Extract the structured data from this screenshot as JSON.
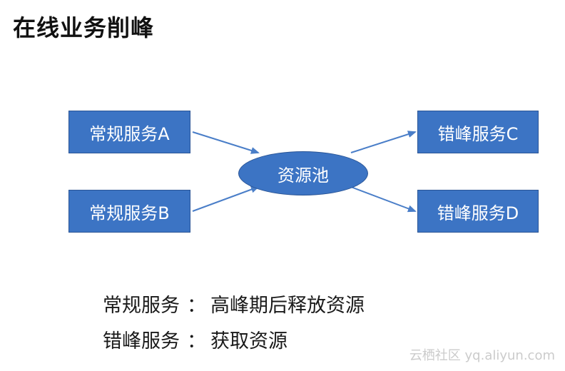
{
  "title": "在线业务削峰",
  "diagram": {
    "boxes": {
      "a": "常规服务A",
      "b": "常规服务B",
      "c": "错峰服务C",
      "d": "错峰服务D"
    },
    "pool": "资源池"
  },
  "legend": [
    {
      "term": "常规服务",
      "sep": "：",
      "desc": "高峰期后释放资源"
    },
    {
      "term": "错峰服务",
      "sep": "：",
      "desc": "获取资源"
    }
  ],
  "watermark": "云栖社区 yq.aliyun.com",
  "colors": {
    "box_fill": "#3c74c4",
    "arrow": "#4a7ec8"
  }
}
